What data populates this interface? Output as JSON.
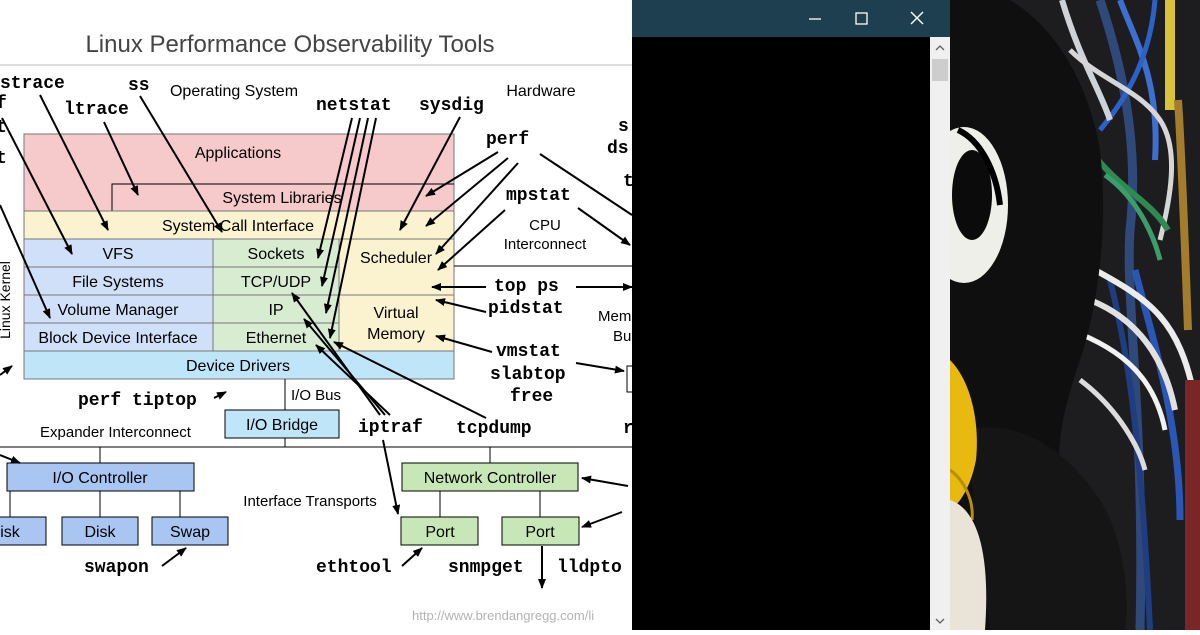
{
  "diagram": {
    "title": "Linux Performance Observability Tools",
    "section_os": "Operating System",
    "section_hw": "Hardware",
    "kernel_label": "Linux Kernel",
    "layers": {
      "applications": "Applications",
      "system_libraries": "System Libraries",
      "system_call_interface": "System Call Interface",
      "vfs": "VFS",
      "sockets": "Sockets",
      "scheduler": "Scheduler",
      "file_systems": "File Systems",
      "tcp_udp": "TCP/UDP",
      "volume_manager": "Volume Manager",
      "ip": "IP",
      "virtual_memory_1": "Virtual",
      "virtual_memory_2": "Memory",
      "block_device_interface": "Block Device Interface",
      "ethernet": "Ethernet",
      "device_drivers": "Device Drivers"
    },
    "hardware": {
      "io_bus": "I/O Bus",
      "io_bridge": "I/O Bridge",
      "expander_interconnect": "Expander Interconnect",
      "io_controller": "I/O Controller",
      "network_controller": "Network Controller",
      "interface_transports": "Interface Transports",
      "disk1": "Disk",
      "disk2": "Disk",
      "swap": "Swap",
      "port1": "Port",
      "port2": "Port",
      "cpu_interconnect_1": "CPU",
      "cpu_interconnect_2": "Interconnect",
      "memory_bus_1": "Mem",
      "memory_bus_2": "Bu"
    },
    "tools": {
      "strace": "strace",
      "ss": "ss",
      "ltrace": "ltrace",
      "netstat": "netstat",
      "sysdig": "sysdig",
      "perf": "perf",
      "mpstat": "mpstat",
      "top_ps": "top ps",
      "pidstat": "pidstat",
      "vmstat": "vmstat",
      "slabtop": "slabtop",
      "free": "free",
      "perf_tiptop": "perf tiptop",
      "iptraf": "iptraf",
      "tcpdump": "tcpdump",
      "swapon": "swapon",
      "ethtool": "ethtool",
      "snmpget": "snmpget",
      "lldptool": "lldpto",
      "edge_f": "f",
      "edge_t1": "t",
      "edge_t2": "t",
      "edge_s": "s",
      "edge_ds": "ds",
      "edge_t3": "t",
      "edge_r": "r",
      "edge_disk": "isk"
    },
    "url": "http://www.brendangregg.com/li"
  },
  "window": {
    "icons": {
      "minimize": "minimize-icon",
      "maximize": "maximize-icon",
      "close": "close-icon"
    },
    "colors": {
      "titlebar": "#1e3f4f",
      "body": "#000000",
      "scrollbar": "#f0f0f0"
    }
  }
}
